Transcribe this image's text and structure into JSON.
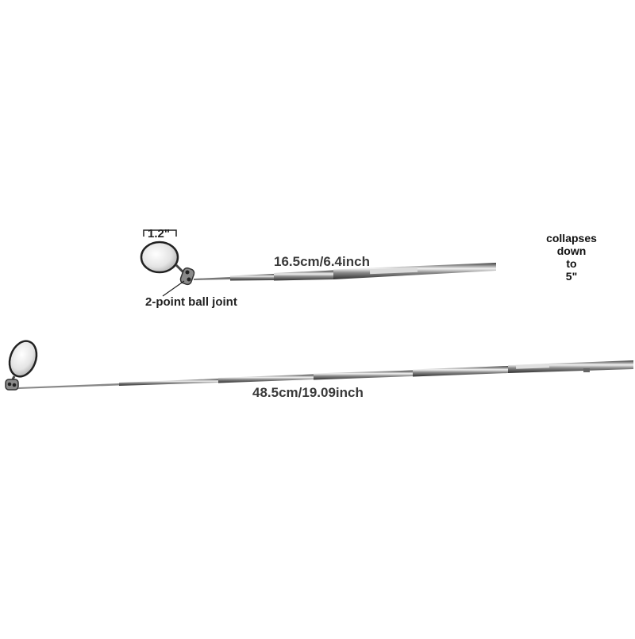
{
  "labels": {
    "mirror_width": "1.2\"",
    "short_length": "16.5cm/6.4inch",
    "ball_joint": "2-point ball joint",
    "long_length": "48.5cm/19.09inch",
    "collapse_lines": [
      "collapses",
      "down",
      "to",
      "5\""
    ]
  },
  "colors": {
    "background": "#ffffff",
    "text": "#222222",
    "metal_dark": "#555555",
    "metal_light": "#e8e8e8"
  },
  "icons": [
    "mirror-icon",
    "ball-joint-icon",
    "telescopic-rod-icon"
  ]
}
